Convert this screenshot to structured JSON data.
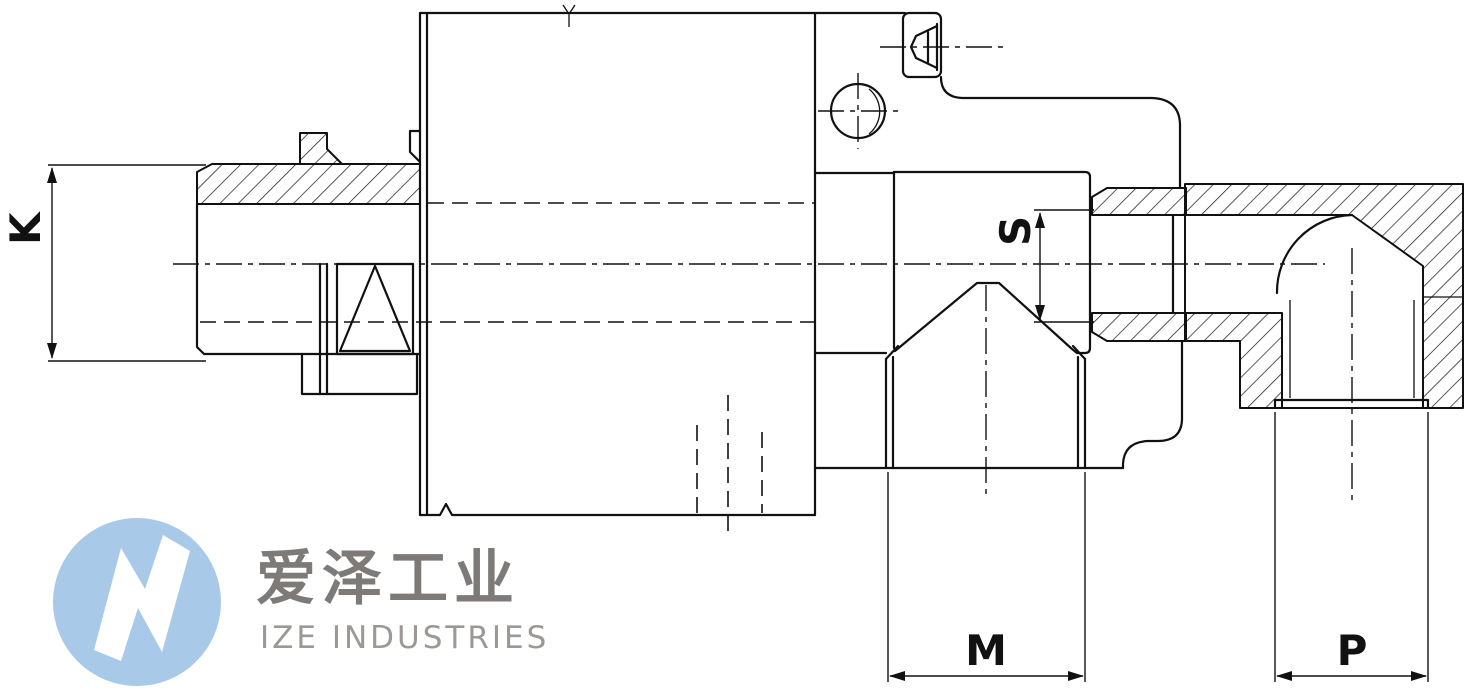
{
  "drawing": {
    "type": "engineering-cross-section",
    "dimensions": {
      "k_label": "K",
      "s_label": "S",
      "m_label": "M",
      "p_label": "P"
    },
    "line_color": "#111111",
    "background_color": "#ffffff"
  },
  "logo": {
    "cn_text": "爱泽工业",
    "en_text": "IZE INDUSTRIES",
    "circle_color": "#a9c9e9",
    "mark_color": "#ffffff",
    "cn_color": "#7d7a78",
    "en_color": "#9b9896"
  }
}
